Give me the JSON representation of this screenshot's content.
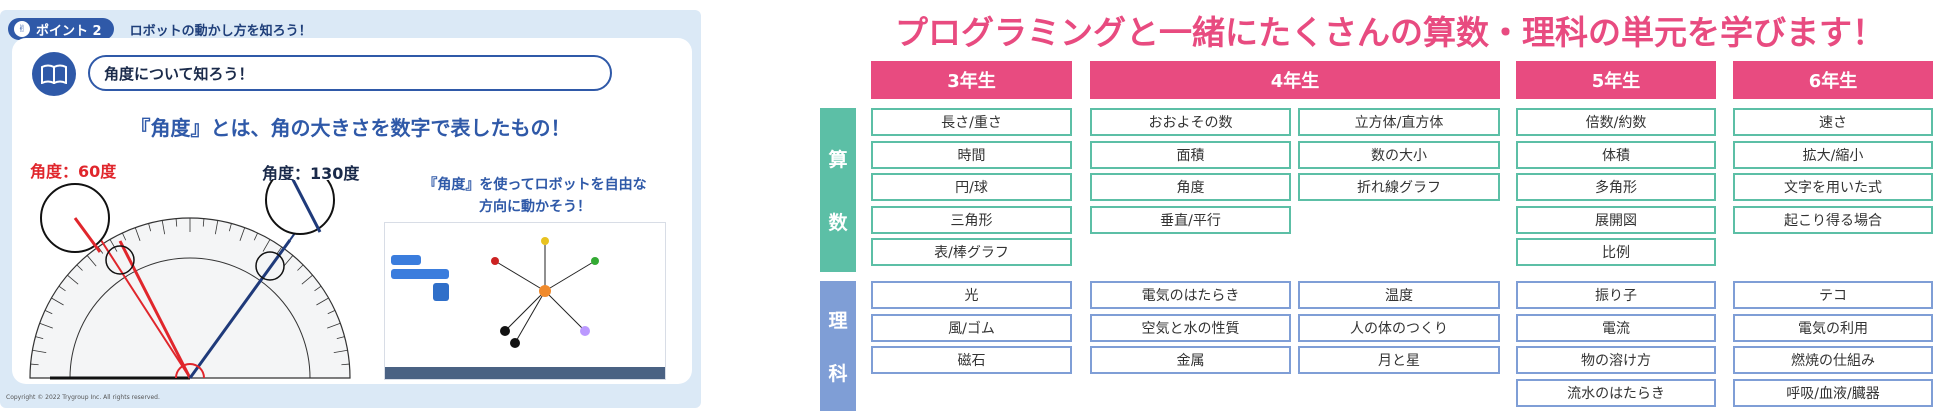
{
  "left_slide": {
    "point_label": "ポイント 2",
    "point_title": "ロボットの動かし方を知ろう！",
    "subheading": "角度について知ろう！",
    "headline": "『角度』とは、角の大きさを数字で表したもの！",
    "angle_left": "角度：60度",
    "angle_right": "角度：130度",
    "promo_line1": "『角度』を使ってロボットを自由な",
    "promo_line2": "方向に動かそう！",
    "copyright": "Copyright © 2022 Trygroup Inc.  All rights reserved.",
    "protractor_degrees": 60,
    "protractor_degrees_2": 130
  },
  "table": {
    "title": "プログラミングと一緒にたくさんの算数・理科の単元を学びます！",
    "grades": [
      "3年生",
      "4年生",
      "5年生",
      "6年生"
    ],
    "subject_math": "算数",
    "subject_science": "理科",
    "math": {
      "g3": [
        "長さ/重さ",
        "時間",
        "円/球",
        "三角形",
        "表/棒グラフ"
      ],
      "g4a": [
        "おおよその数",
        "面積",
        "角度",
        "垂直/平行"
      ],
      "g4b": [
        "立方体/直方体",
        "数の大小",
        "折れ線グラフ"
      ],
      "g5": [
        "倍数/約数",
        "体積",
        "多角形",
        "展開図",
        "比例"
      ],
      "g6": [
        "速さ",
        "拡大/縮小",
        "文字を用いた式",
        "起こり得る場合"
      ]
    },
    "science": {
      "g3": [
        "光",
        "風/ゴム",
        "磁石"
      ],
      "g4a": [
        "電気のはたらき",
        "空気と水の性質",
        "金属"
      ],
      "g4b": [
        "温度",
        "人の体のつくり",
        "月と星"
      ],
      "g5": [
        "振り子",
        "電流",
        "物の溶け方",
        "流水のはたらき"
      ],
      "g6": [
        "テコ",
        "電気の利用",
        "燃焼の仕組み",
        "呼吸/血液/臓器"
      ]
    },
    "colors": {
      "pink": "#e84b80",
      "math": "#5cbfa6",
      "science": "#7f9ed6"
    }
  }
}
